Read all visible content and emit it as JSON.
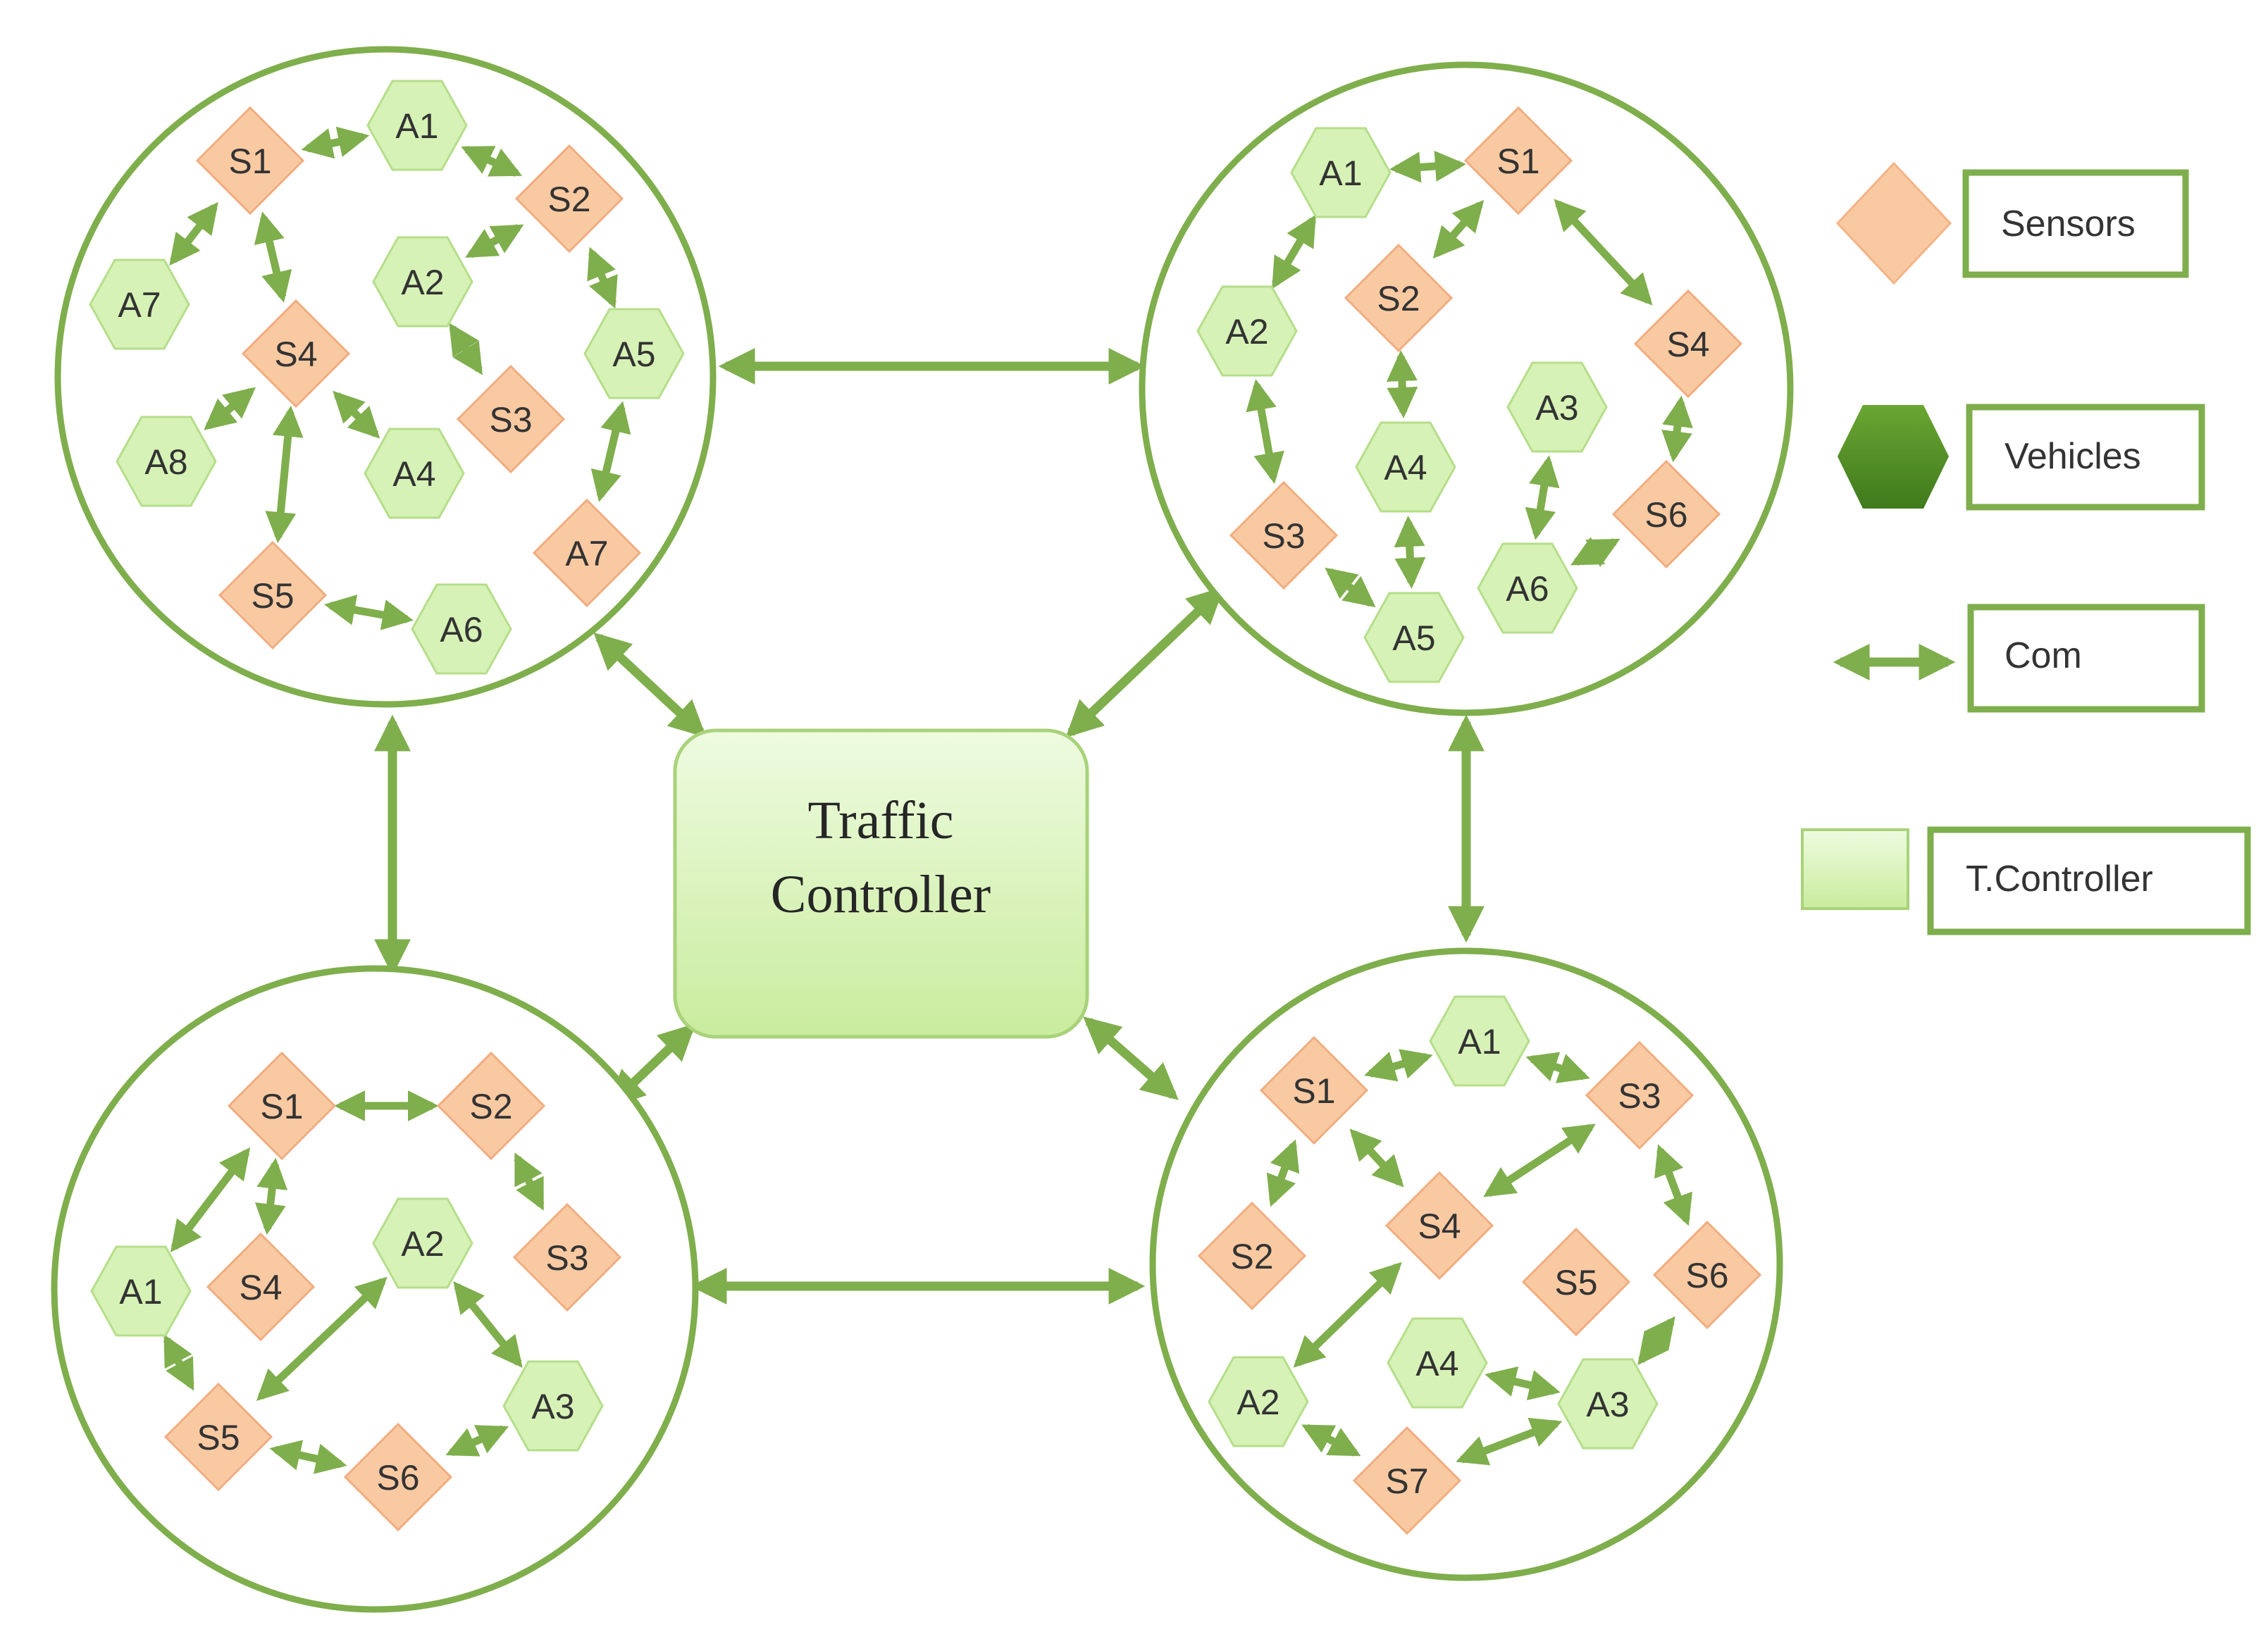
{
  "controller": {
    "line1": "Traffic",
    "line2": "Controller"
  },
  "legend": [
    {
      "shape": "diamond",
      "label": "Sensors"
    },
    {
      "shape": "hexagon",
      "label": "Vehicles"
    },
    {
      "shape": "arrow",
      "label": "Com"
    },
    {
      "shape": "square",
      "label": "T.Controller"
    }
  ],
  "colors": {
    "green": "#7fae4c",
    "sensor_fill": "#f9c9a2",
    "vehicle_fill": "#d6f2b6",
    "controller_fill": "#d8f3b6",
    "legend_vehicle": "#4f8a24",
    "text": "#333333"
  },
  "clusters": [
    {
      "id": "top-left",
      "nodes": [
        {
          "id": "S1",
          "t": "s"
        },
        {
          "id": "A1",
          "t": "v"
        },
        {
          "id": "S2",
          "t": "s"
        },
        {
          "id": "A7",
          "t": "v"
        },
        {
          "id": "A2",
          "t": "v"
        },
        {
          "id": "A5",
          "t": "v"
        },
        {
          "id": "S4",
          "t": "s"
        },
        {
          "id": "S3",
          "t": "s"
        },
        {
          "id": "A8",
          "t": "v"
        },
        {
          "id": "A4",
          "t": "v"
        },
        {
          "id": "A7",
          "t": "s"
        },
        {
          "id": "S5",
          "t": "s"
        },
        {
          "id": "A6",
          "t": "v"
        }
      ],
      "edges": [
        [
          0,
          1
        ],
        [
          1,
          2
        ],
        [
          0,
          3
        ],
        [
          0,
          6
        ],
        [
          2,
          4
        ],
        [
          4,
          7
        ],
        [
          2,
          5
        ],
        [
          5,
          10
        ],
        [
          6,
          8
        ],
        [
          6,
          9
        ],
        [
          6,
          11
        ],
        [
          11,
          12
        ]
      ]
    },
    {
      "id": "top-right",
      "nodes": [
        {
          "id": "A1",
          "t": "v"
        },
        {
          "id": "S1",
          "t": "s"
        },
        {
          "id": "S2",
          "t": "s"
        },
        {
          "id": "A2",
          "t": "v"
        },
        {
          "id": "S4",
          "t": "s"
        },
        {
          "id": "A3",
          "t": "v"
        },
        {
          "id": "A4",
          "t": "v"
        },
        {
          "id": "S6",
          "t": "s"
        },
        {
          "id": "S3",
          "t": "s"
        },
        {
          "id": "A6",
          "t": "v"
        },
        {
          "id": "A5",
          "t": "v"
        }
      ],
      "edges": [
        [
          0,
          1
        ],
        [
          1,
          2
        ],
        [
          0,
          3
        ],
        [
          1,
          4
        ],
        [
          4,
          7
        ],
        [
          3,
          8
        ],
        [
          2,
          6
        ],
        [
          8,
          10
        ],
        [
          6,
          10
        ],
        [
          5,
          9
        ],
        [
          9,
          7
        ]
      ]
    },
    {
      "id": "bottom-left",
      "nodes": [
        {
          "id": "S1",
          "t": "s"
        },
        {
          "id": "S2",
          "t": "s"
        },
        {
          "id": "S3",
          "t": "s"
        },
        {
          "id": "A2",
          "t": "v"
        },
        {
          "id": "A1",
          "t": "v"
        },
        {
          "id": "S4",
          "t": "s"
        },
        {
          "id": "A3",
          "t": "v"
        },
        {
          "id": "S5",
          "t": "s"
        },
        {
          "id": "S6",
          "t": "s"
        }
      ],
      "edges": [
        [
          0,
          1
        ],
        [
          1,
          2
        ],
        [
          0,
          4
        ],
        [
          0,
          5
        ],
        [
          4,
          7
        ],
        [
          7,
          3
        ],
        [
          3,
          6
        ],
        [
          6,
          8
        ],
        [
          8,
          7
        ]
      ]
    },
    {
      "id": "bottom-right",
      "nodes": [
        {
          "id": "A1",
          "t": "v"
        },
        {
          "id": "S1",
          "t": "s"
        },
        {
          "id": "S3",
          "t": "s"
        },
        {
          "id": "S4",
          "t": "s"
        },
        {
          "id": "S2",
          "t": "s"
        },
        {
          "id": "S5",
          "t": "s"
        },
        {
          "id": "S6",
          "t": "s"
        },
        {
          "id": "A4",
          "t": "v"
        },
        {
          "id": "A2",
          "t": "v"
        },
        {
          "id": "A3",
          "t": "v"
        },
        {
          "id": "S7",
          "t": "s"
        }
      ],
      "edges": [
        [
          1,
          0
        ],
        [
          0,
          2
        ],
        [
          1,
          4
        ],
        [
          1,
          3
        ],
        [
          2,
          3
        ],
        [
          2,
          6
        ],
        [
          6,
          9
        ],
        [
          7,
          9
        ],
        [
          3,
          8
        ],
        [
          8,
          10
        ],
        [
          10,
          9
        ]
      ]
    }
  ]
}
